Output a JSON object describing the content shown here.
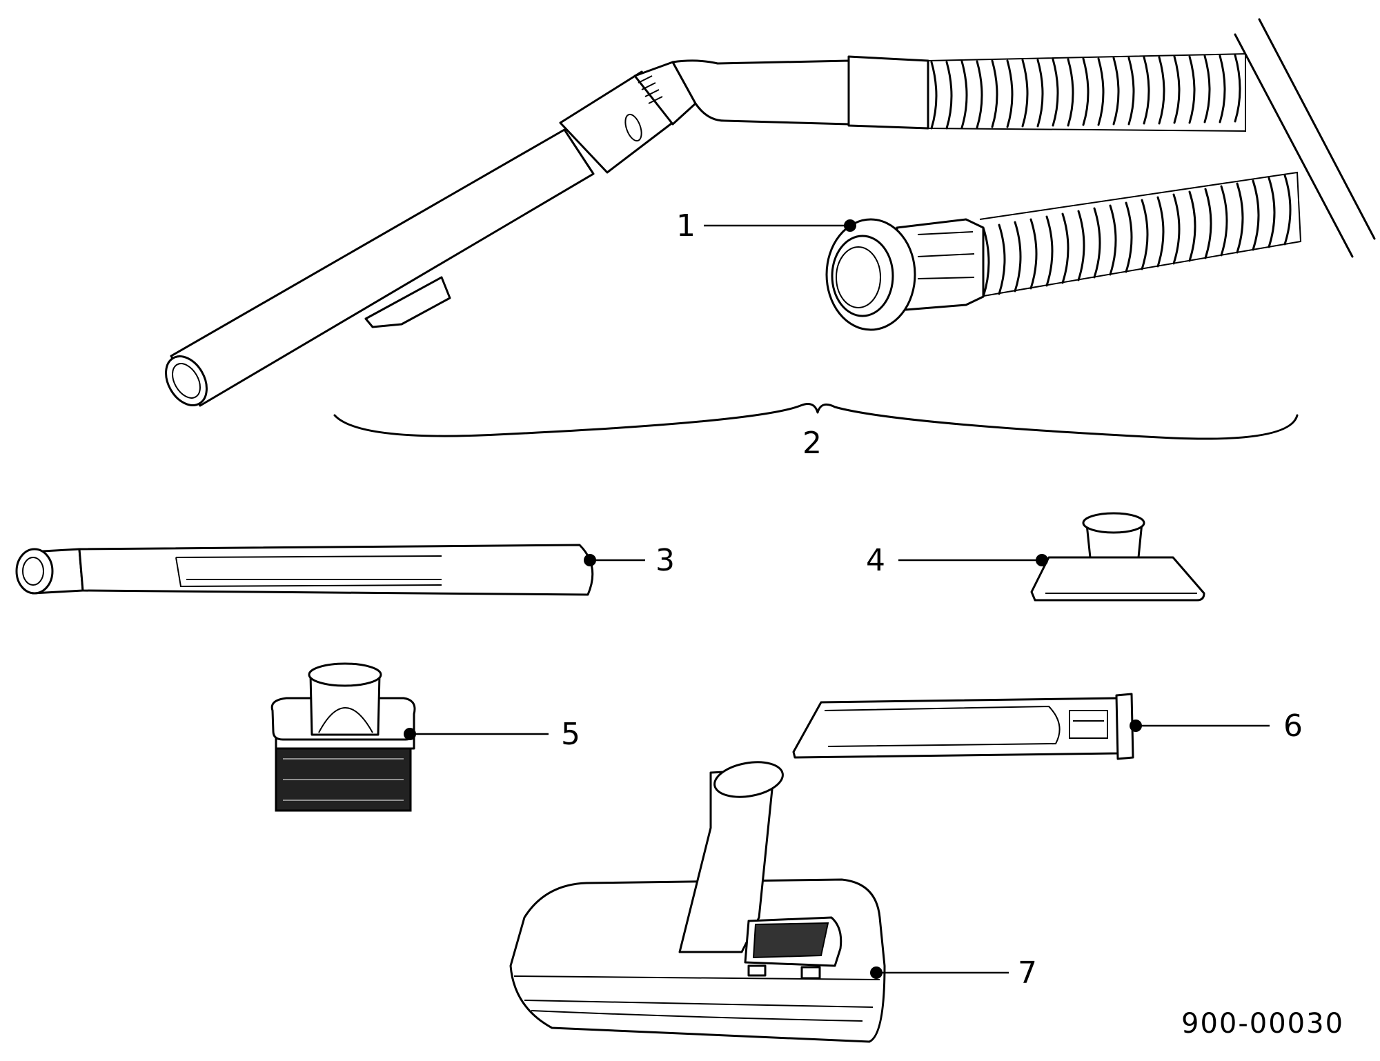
{
  "callouts": [
    {
      "id": "1",
      "text": "1"
    },
    {
      "id": "2",
      "text": "2"
    },
    {
      "id": "3",
      "text": "3"
    },
    {
      "id": "4",
      "text": "4"
    },
    {
      "id": "5",
      "text": "5"
    },
    {
      "id": "6",
      "text": "6"
    },
    {
      "id": "7",
      "text": "7"
    }
  ],
  "drawing_number": "900-00030"
}
